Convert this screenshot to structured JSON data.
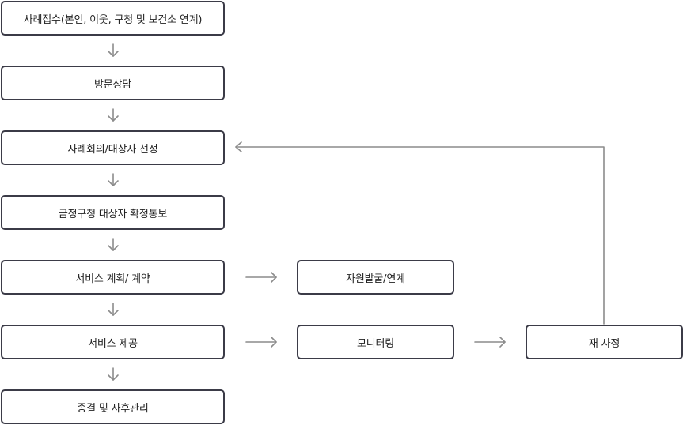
{
  "flow": {
    "steps": [
      "사례접수(본인, 이웃, 구청 및 보건소 연계)",
      "방문상담",
      "사례회의/대상자 선정",
      "금정구청 대상자 확정통보",
      "서비스 계획/ 계약",
      "서비스 제공",
      "종결 및 사후관리"
    ],
    "resource": "자원발굴/연계",
    "monitoring": "모니터링",
    "reassessment": "재 사정"
  },
  "colors": {
    "box_border": "#3b3b47",
    "arrow": "#8c8c8c",
    "text": "#222222"
  }
}
